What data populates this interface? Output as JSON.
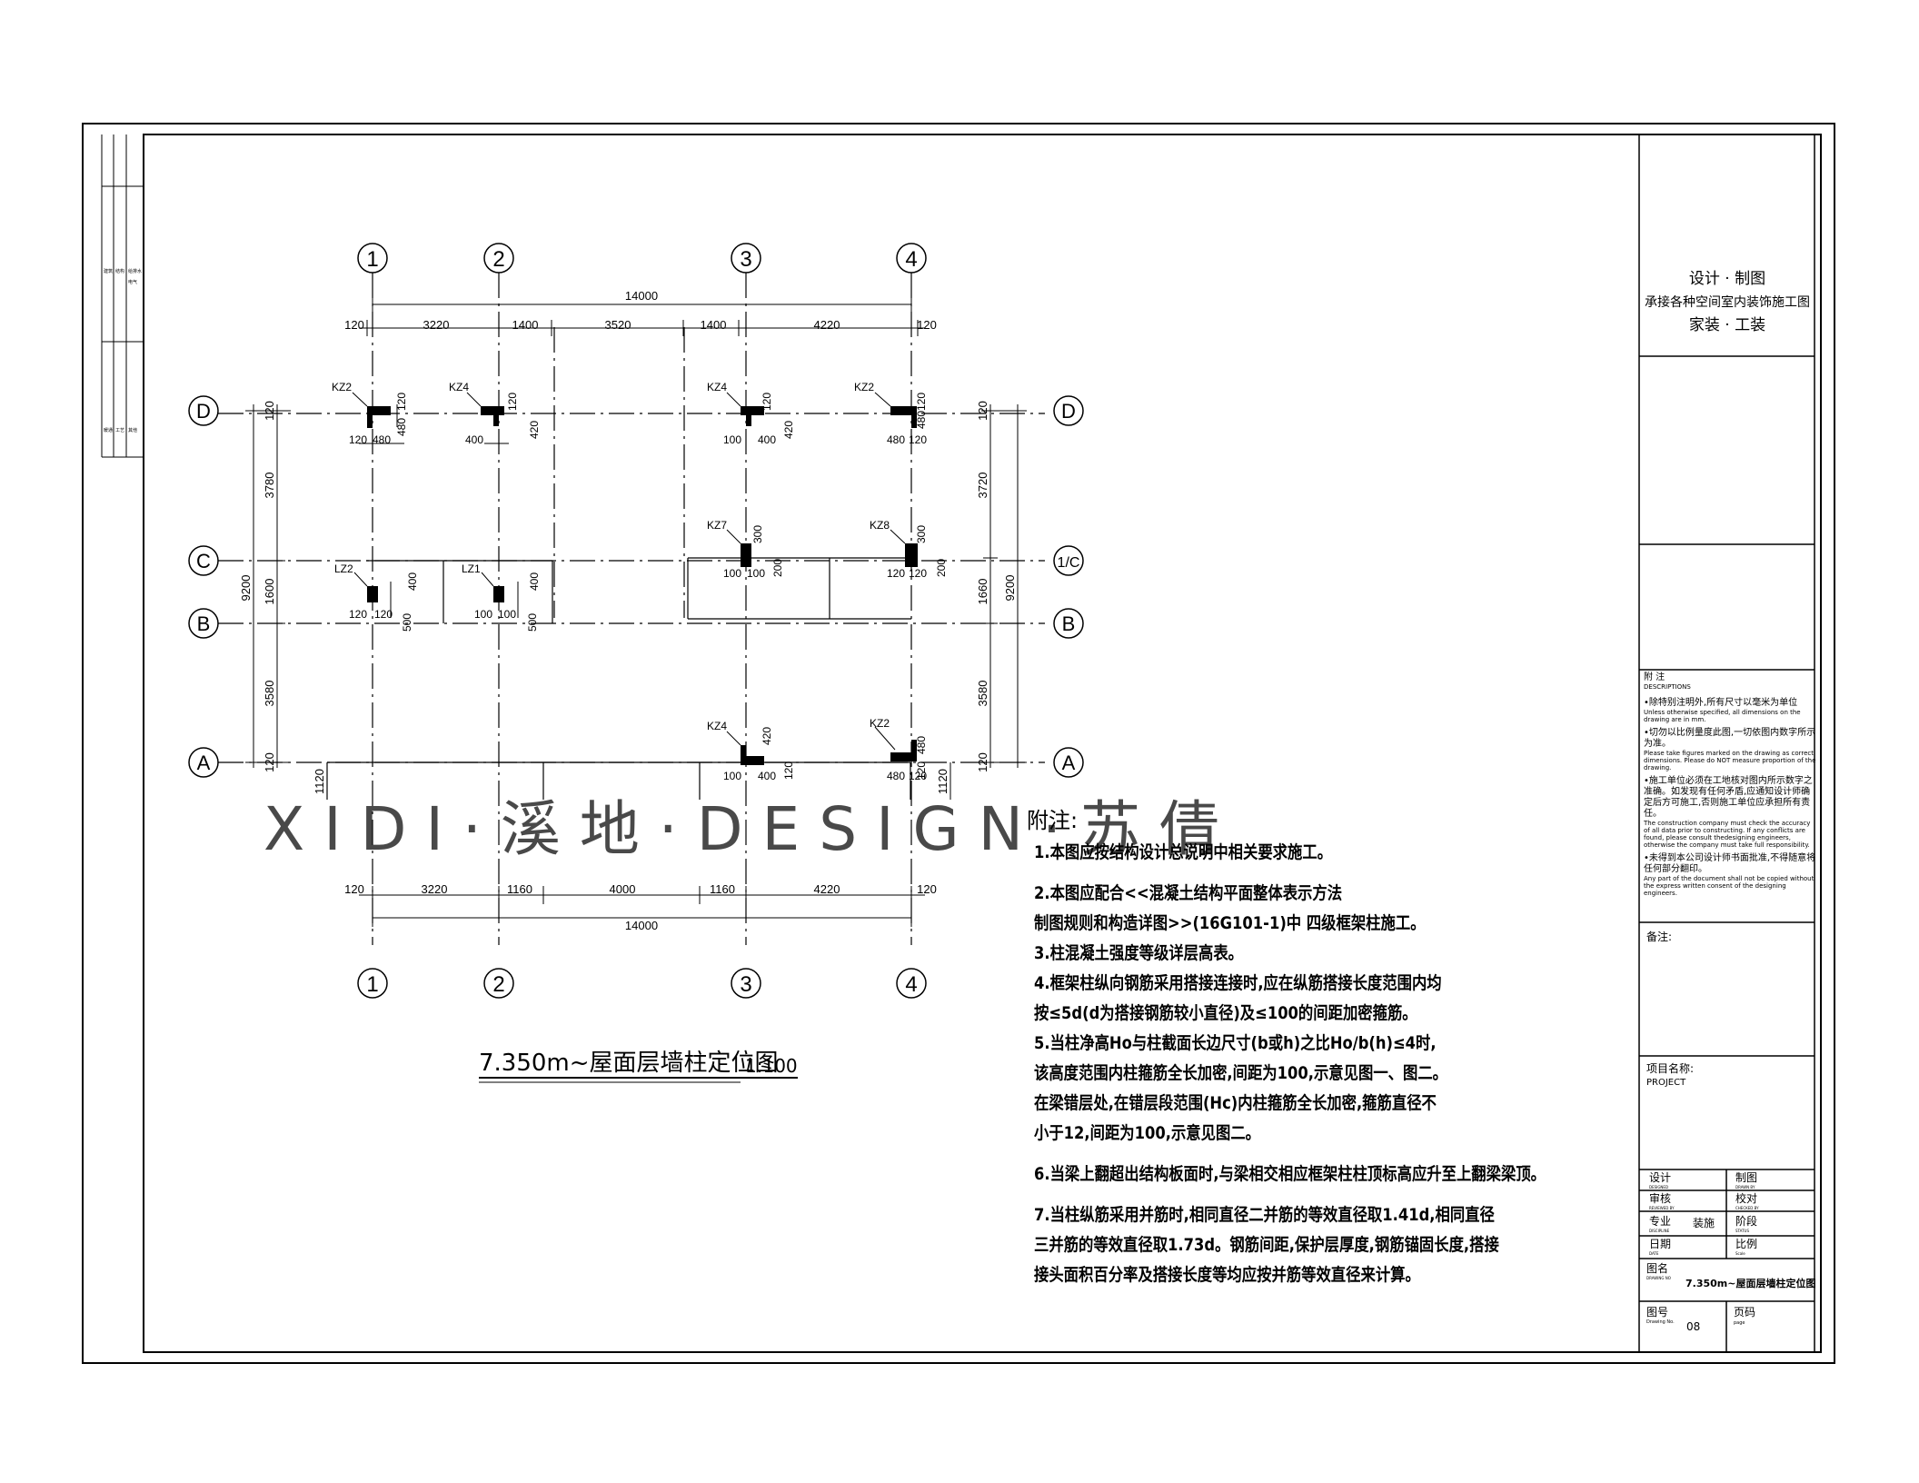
{
  "drawing": {
    "title": "7.350m~屋面层墙柱定位图",
    "scale": "1:100",
    "grid_top": [
      "1",
      "2",
      "3",
      "4"
    ],
    "grid_bottom": [
      "1",
      "2",
      "3",
      "4"
    ],
    "grid_left": [
      "D",
      "C",
      "B",
      "A"
    ],
    "grid_right": [
      "D",
      "1/C",
      "B",
      "A"
    ],
    "top_overall": "14000",
    "top_spans": [
      "120",
      "3220",
      "1400",
      "3520",
      "1400",
      "4220",
      "120"
    ],
    "bottom_overall": "14000",
    "bottom_spans": [
      "120",
      "3220",
      "1160",
      "4000",
      "1160",
      "4220",
      "120"
    ],
    "left_overall": "9200",
    "left_spans": [
      "120",
      "3780",
      "1600",
      "3580",
      "120"
    ],
    "right_overall": "9200",
    "right_spans": [
      "120",
      "3720",
      "1660",
      "3580",
      "120"
    ],
    "columns": {
      "d1": {
        "tag": "KZ2",
        "d1": "120",
        "d2": "480",
        "d3": "120",
        "d4": "480"
      },
      "d2": {
        "tag": "KZ4",
        "d1": "400",
        "d2": "120",
        "d3": "420"
      },
      "d3": {
        "tag": "KZ4",
        "d1": "100",
        "d2": "400",
        "d3": "120",
        "d4": "420"
      },
      "d4": {
        "tag": "KZ2",
        "d1": "480",
        "d2": "120",
        "d3": "480",
        "d4": "120"
      },
      "c3": {
        "tag": "KZ7",
        "d1": "100",
        "d2": "100",
        "d3": "300",
        "d4": "200"
      },
      "c4": {
        "tag": "KZ8",
        "d1": "120",
        "d2": "120",
        "d3": "300",
        "d4": "200"
      },
      "b1": {
        "tag": "LZ2",
        "d1": "120",
        "d2": "120",
        "d3": "400",
        "d4": "500"
      },
      "b2": {
        "tag": "LZ1",
        "d1": "100",
        "d2": "100",
        "d3": "400",
        "d4": "500"
      },
      "a3": {
        "tag": "KZ4",
        "d1": "100",
        "d2": "400",
        "d3": "420",
        "d4": "120"
      },
      "a4": {
        "tag": "KZ2",
        "d1": "480",
        "d2": "120",
        "d3": "480",
        "d4": "120"
      }
    },
    "dim_1120_left": "1120",
    "dim_1120_right": "1120"
  },
  "watermark": "X I D I · 溪 地 · D E S I G N · 苏 倩",
  "notes": {
    "title": "附注:",
    "lines": [
      "1.本图应按结构设计总说明中相关要求施工。",
      "2.本图应配合<<混凝土结构平面整体表示方法",
      "制图规则和构造详图>>(16G101-1)中 四级框架柱施工。",
      "3.柱混凝土强度等级详层高表。",
      "4.框架柱纵向钢筋采用搭接连接时,应在纵筋搭接长度范围内均",
      "按≤5d(d为搭接钢筋较小直径)及≤100的间距加密箍筋。",
      "5.当柱净高Ho与柱截面长边尺寸(b或h)之比Ho/b(h)≤4时,",
      "该高度范围内柱箍筋全长加密,间距为100,示意见图一、图二。",
      " 在梁错层处,在错层段范围(Hc)内柱箍筋全长加密,箍筋直径不",
      " 小于12,间距为100,示意见图二。",
      "6.当梁上翻超出结构板面时,与梁相交相应框架柱柱顶标高应升至上翻梁梁顶。",
      "7.当柱纵筋采用并筋时,相同直径二并筋的等效直径取1.41d,相同直径",
      "三并筋的等效直径取1.73d。钢筋间距,保护层厚度,钢筋锚固长度,搭接",
      "接头面积百分率及搭接长度等均应按并筋等效直径来计算。"
    ]
  },
  "title_block": {
    "company_line1": "设计 · 制图",
    "company_line2": "承接各种空间室内装饰施工图",
    "company_line3": "家装 · 工装",
    "desc_title_cn": "附 注",
    "desc_title_en": "DESCRIPTIONS",
    "desc_items": [
      {
        "cn": "•除特别注明外,所有尺寸以毫米为单位",
        "en": "Unless otherwise specified, all dimensions on the drawing are in mm."
      },
      {
        "cn": "•切勿以比例量度此图,一切依图内数字所示为准。",
        "en": "Please take figures marked on the drawing as correct dimensions. Please do NOT measure proportion of the drawing."
      },
      {
        "cn": "•施工单位必须在工地核对图内所示数字之准确。如发现有任何矛盾,应通知设计师确定后方可施工,否则施工单位应承担所有责任。",
        "en": "The construction company must check the accuracy of all data prior to constructing. If any conflicts are found, please consult thedesigning engineers, otherwise the company must take full responsibility."
      },
      {
        "cn": "•未得到本公司设计师书面批准,不得随意将任何部分翻印。",
        "en": "Any part of the document shall not be copied without the express written consent of the designing engineers."
      }
    ],
    "remarks": "备注:",
    "project_cn": "项目名称:",
    "project_en": "PROJECT",
    "design_cn": "设计",
    "design_en": "DESIGNED",
    "drawn_cn": "制图",
    "drawn_en": "DRAWN BY",
    "review_cn": "审核",
    "review_en": "REVIEWED BY",
    "check_cn": "校对",
    "check_en": "CHECKED BY",
    "major_cn": "专业",
    "major_en": "DISCIPLINE",
    "major_val": "装施",
    "stage_cn": "阶段",
    "stage_en": "STATUS",
    "date_cn": "日期",
    "date_en": "DATE",
    "scale_cn": "比例",
    "scale_en": "Scale",
    "drawing_name_cn": "图名",
    "drawing_name_en": "DRAWING NO",
    "drawing_name_val": "7.350m~屋面层墙柱定位图",
    "drawing_no_cn": "图号",
    "drawing_no_en": "Drawing No.",
    "drawing_no_val": "08",
    "page_cn": "页码",
    "page_en": "page"
  },
  "left_strip": {
    "block1": [
      "建筑",
      "结构",
      "给排水",
      "电气"
    ],
    "block2": [
      "暖通",
      "工艺",
      "其他"
    ]
  }
}
